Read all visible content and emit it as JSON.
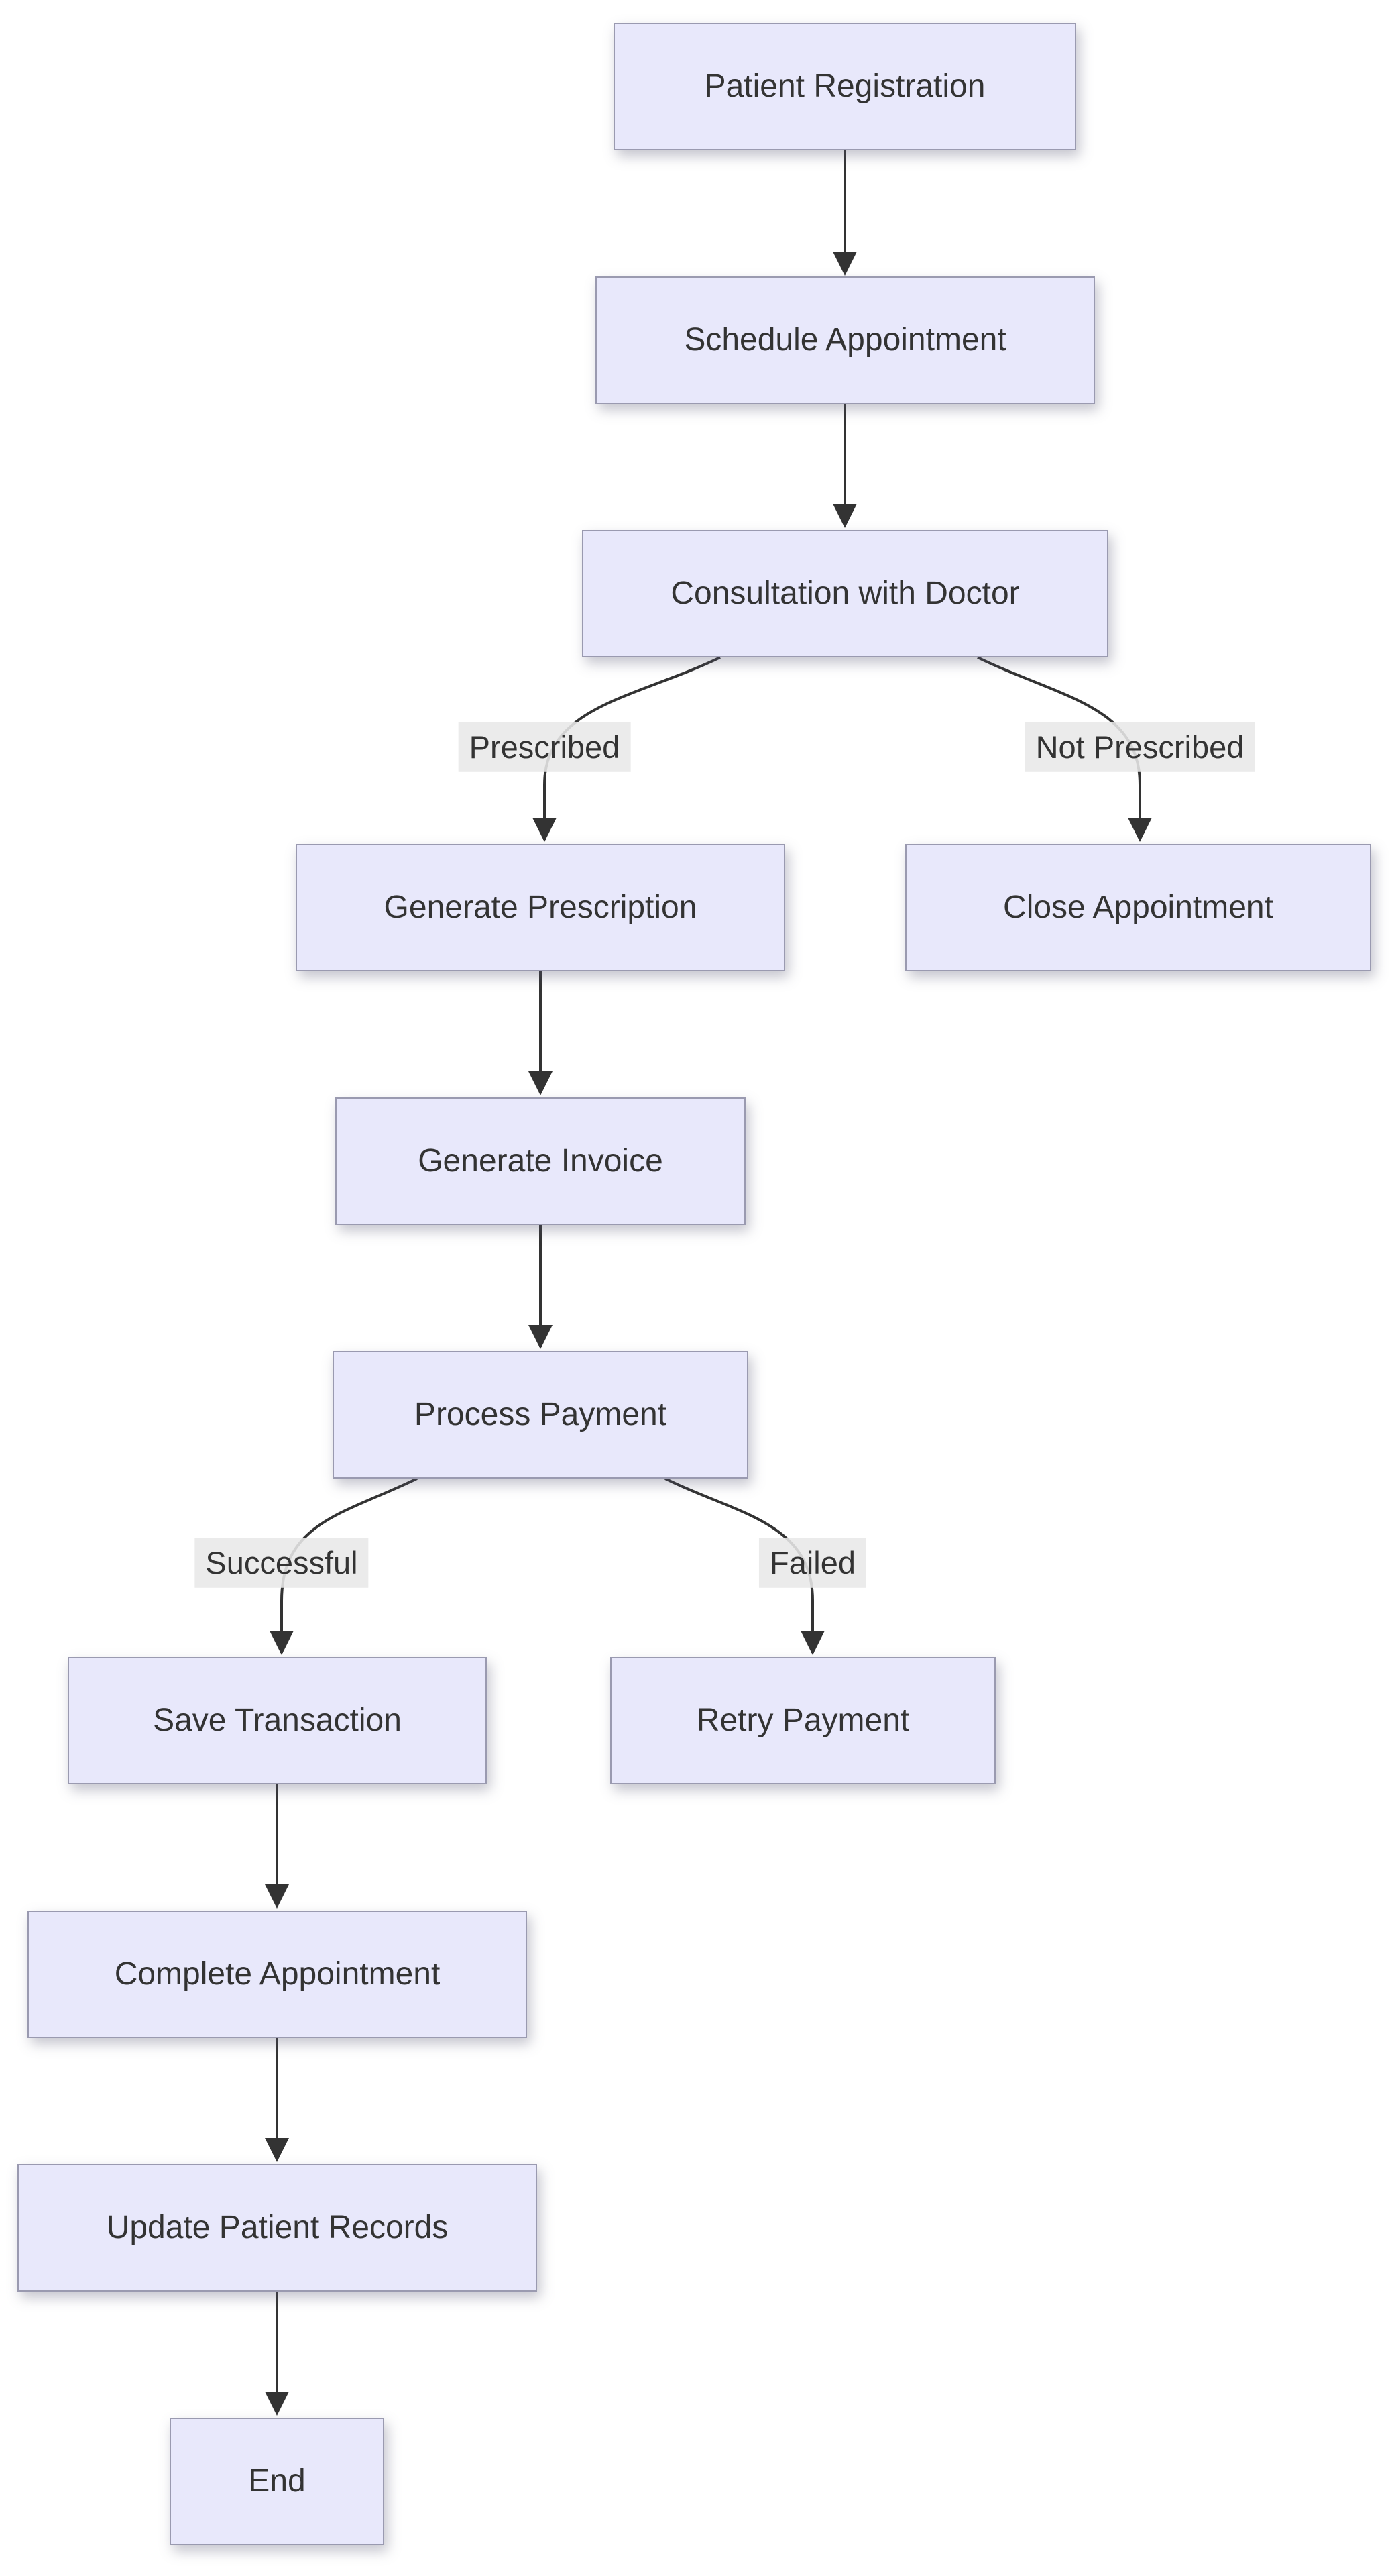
{
  "diagram": {
    "type": "flowchart",
    "direction": "top-down",
    "nodes": [
      {
        "id": "patient_registration",
        "label": "Patient Registration"
      },
      {
        "id": "schedule_appointment",
        "label": "Schedule Appointment"
      },
      {
        "id": "consultation_with_doctor",
        "label": "Consultation with Doctor"
      },
      {
        "id": "generate_prescription",
        "label": "Generate Prescription"
      },
      {
        "id": "close_appointment",
        "label": "Close Appointment"
      },
      {
        "id": "generate_invoice",
        "label": "Generate Invoice"
      },
      {
        "id": "process_payment",
        "label": "Process Payment"
      },
      {
        "id": "save_transaction",
        "label": "Save Transaction"
      },
      {
        "id": "retry_payment",
        "label": "Retry Payment"
      },
      {
        "id": "complete_appointment",
        "label": "Complete Appointment"
      },
      {
        "id": "update_patient_records",
        "label": "Update Patient Records"
      },
      {
        "id": "end",
        "label": "End"
      }
    ],
    "edges": [
      {
        "from": "patient_registration",
        "to": "schedule_appointment",
        "label": ""
      },
      {
        "from": "schedule_appointment",
        "to": "consultation_with_doctor",
        "label": ""
      },
      {
        "from": "consultation_with_doctor",
        "to": "generate_prescription",
        "label": "Prescribed"
      },
      {
        "from": "consultation_with_doctor",
        "to": "close_appointment",
        "label": "Not Prescribed"
      },
      {
        "from": "generate_prescription",
        "to": "generate_invoice",
        "label": ""
      },
      {
        "from": "generate_invoice",
        "to": "process_payment",
        "label": ""
      },
      {
        "from": "process_payment",
        "to": "save_transaction",
        "label": "Successful"
      },
      {
        "from": "process_payment",
        "to": "retry_payment",
        "label": "Failed"
      },
      {
        "from": "save_transaction",
        "to": "complete_appointment",
        "label": ""
      },
      {
        "from": "complete_appointment",
        "to": "update_patient_records",
        "label": ""
      },
      {
        "from": "update_patient_records",
        "to": "end",
        "label": ""
      }
    ],
    "colors": {
      "node_fill": "#e8e8fb",
      "node_border": "#9a9ab0",
      "node_text": "#333333",
      "edge_line": "#333333",
      "arrowhead": "#333333",
      "edge_label_bg": "#e8e8e8",
      "edge_label_text": "#333333",
      "background": "#ffffff"
    }
  }
}
